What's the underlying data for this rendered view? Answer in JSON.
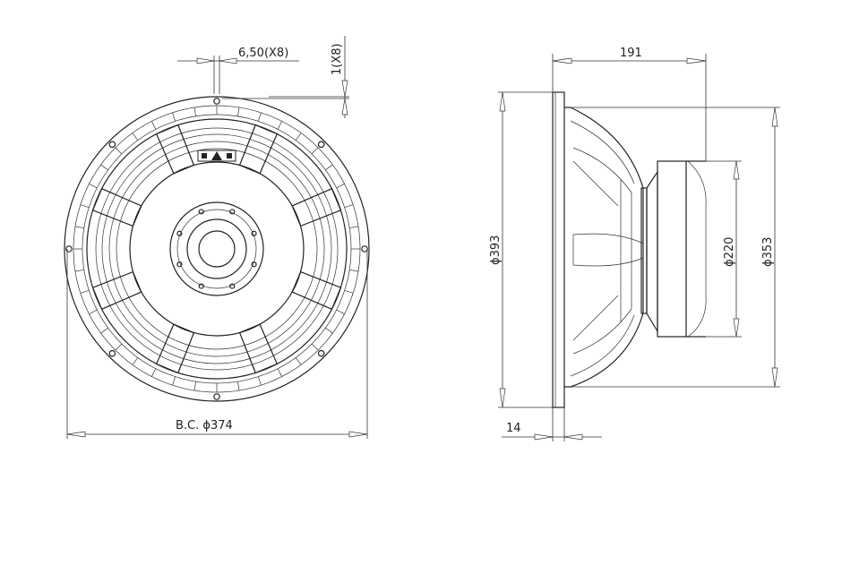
{
  "front_view": {
    "hole_dim": "6,50(X8)",
    "offset_dim": "1(X8)",
    "bolt_circle": "B.C. ϕ374"
  },
  "side_view": {
    "depth": "191",
    "outer_diameter": "ϕ393",
    "magnet_diameter": "ϕ220",
    "baffle_diameter": "ϕ353",
    "flange_thickness": "14"
  }
}
